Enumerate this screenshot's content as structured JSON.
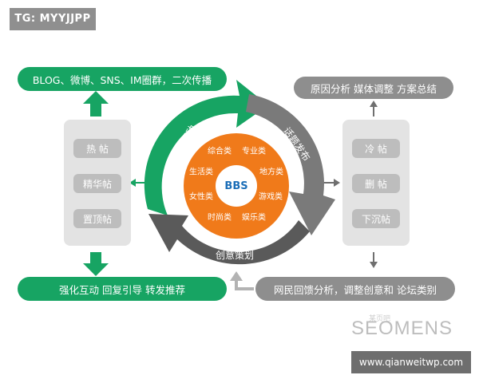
{
  "top_tag": "TG: MYYJJPP",
  "left_top_pill": "BLOG、微博、SNS、IM圈群，二次传播",
  "left_bottom_pill": "强化互动  回复引导  转发推荐",
  "right_top_pill": "原因分析  媒体调整  方案总结",
  "right_bottom_pill": "网民回馈分析，调整创意和 论坛类别",
  "left_panel": [
    "热 帖",
    "精华帖",
    "置顶帖"
  ],
  "right_panel": [
    "冷 帖",
    "删 帖",
    "下沉帖"
  ],
  "cycle": {
    "center": "BBS",
    "categories": [
      "综合类",
      "专业类",
      "地方类",
      "游戏类",
      "娱乐类",
      "时尚类",
      "女性类",
      "生活类"
    ],
    "arc_labels": {
      "left": "讨论互动",
      "right": "话题发布",
      "bottom": "创意策划"
    }
  },
  "watermark": "SEOMENS",
  "watermark_small": "某页吧",
  "footer_url": "www.qianweitwp.com",
  "colors": {
    "green": "#17a463",
    "gray": "#8e8e8e",
    "orange": "#f07a1a",
    "bbs_blue": "#1d6fb8"
  }
}
